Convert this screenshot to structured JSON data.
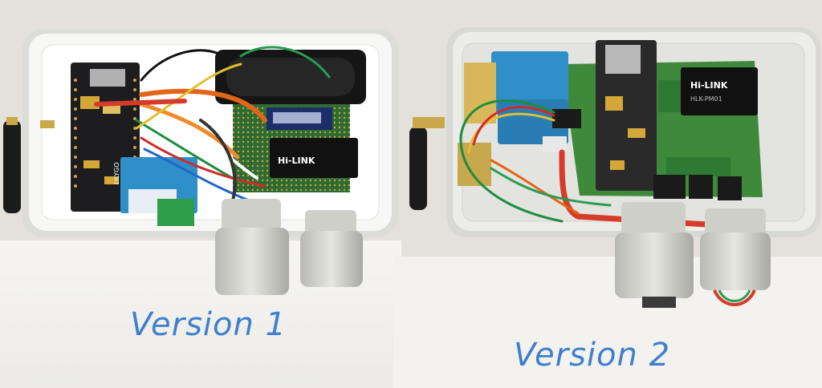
{
  "photo": {
    "captions": {
      "left": "Version 1",
      "right": "Version 2"
    },
    "board_markings": {
      "v1_module_brand": "Hi-LINK",
      "v1_board_label": "LILYGO",
      "v2_module_brand": "Hi-LINK",
      "v2_module_code": "HLK-PM01"
    },
    "colors": {
      "background": "#e9e6e1",
      "enclosure": "#f4f4f2",
      "pcb_black": "#1d1d1f",
      "pcb_green": "#3f8a3a",
      "sensor_blue": "#2f8fc9",
      "caption_ink": "#3f7fcf"
    }
  }
}
